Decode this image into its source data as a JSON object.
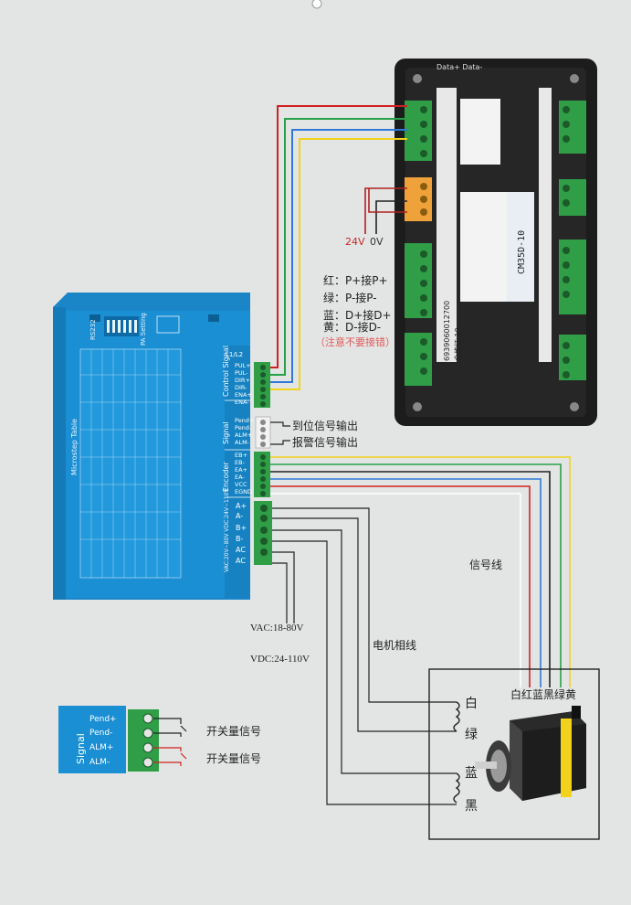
{
  "controller": {
    "top_label": "Data+ Data-",
    "model": "CM35D-10",
    "power_labels": [
      "24V",
      "0V"
    ],
    "serial": "6939060012700",
    "qc": "合格证 10"
  },
  "power": {
    "v24": "24V",
    "v0": "0V"
  },
  "color_legend": {
    "lines": [
      "红：P+接P+",
      "绿：P-接P-",
      "蓝：D+接D+",
      "黄：D-接D-"
    ],
    "warning": "（注意不要接错）"
  },
  "driver": {
    "table_title": "Microstep Table",
    "pa_setting": "PA Setting",
    "rs232": "RS232",
    "l1l2": "L1/L2",
    "group_labels": {
      "control": "Control Signal",
      "signal": "Signal",
      "encoder": "Encoder",
      "power": "VAC:20V~80V VDC:24V~110V"
    },
    "control_terminals": [
      "PUL+",
      "PUL-",
      "DIR+",
      "DIR-",
      "ENA+",
      "ENA-"
    ],
    "signal_terminals": [
      "Pend+",
      "Pend-",
      "ALM+",
      "ALM-"
    ],
    "encoder_terminals": [
      "EB+",
      "EB-",
      "EA+",
      "EA-",
      "VCC",
      "EGND"
    ],
    "power_terminals": [
      "A+",
      "A-",
      "B+",
      "B-",
      "AC",
      "AC"
    ]
  },
  "annotations": {
    "position_out": "到位信号输出",
    "alarm_out": "报警信号输出",
    "signal_wire": "信号线",
    "phase_wire": "电机相线",
    "vac": "VAC:18-80V",
    "vdc": "VDC:24-110V",
    "encoder_colors": "白红蓝黑绿黄",
    "phase_colors": [
      "白",
      "绿",
      "蓝",
      "黑"
    ]
  },
  "inset": {
    "group": "Signal",
    "terminals": [
      "Pend+",
      "Pend-",
      "ALM+",
      "ALM-"
    ],
    "switch_label_1": "开关量信号",
    "switch_label_2": "开关量信号"
  },
  "colors": {
    "red": "#d32020",
    "green": "#27a146",
    "blue": "#2f78d8",
    "yellow": "#f2d21b",
    "black": "#222222",
    "white": "#ffffff",
    "driver_blue": "#1b8fd4",
    "terminal_green": "#2f9e47"
  }
}
